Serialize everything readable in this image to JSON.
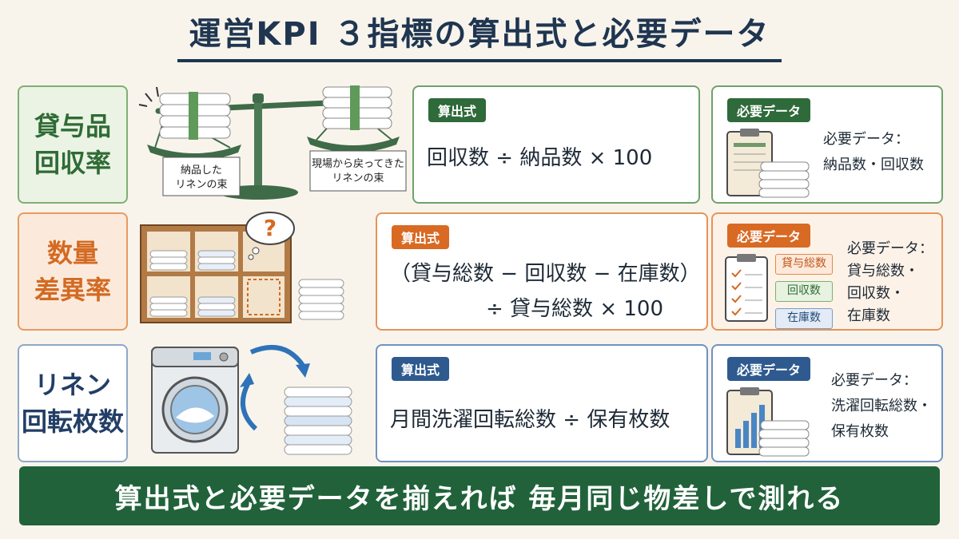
{
  "title": "運営KPI ３指標の算出式と必要データ",
  "rows": [
    {
      "label_lines": [
        "貸与品",
        "回収率"
      ],
      "illustration": {
        "left_caption": [
          "納品した",
          "リネンの束"
        ],
        "right_caption": [
          "現場から戻ってきた",
          "リネンの束"
        ]
      },
      "formula_tag": "算出式",
      "formula_lines": [
        "回収数 ÷ 納品数 × 100"
      ],
      "data_tag": "必要データ",
      "data_lines": [
        "必要データ：",
        "納品数・回収数"
      ]
    },
    {
      "label_lines": [
        "数量",
        "差異率"
      ],
      "illustration": {
        "question_mark": "?"
      },
      "formula_tag": "算出式",
      "formula_lines": [
        "（貸与総数 − 回収数 − 在庫数）",
        "÷ 貸与総数 × 100"
      ],
      "data_tag": "必要データ",
      "data_chips": [
        "貸与総数",
        "回収数",
        "在庫数"
      ],
      "data_lines": [
        "必要データ：",
        "貸与総数・",
        "回収数・",
        "在庫数"
      ]
    },
    {
      "label_lines": [
        "リネン",
        "回転枚数"
      ],
      "illustration": {},
      "formula_tag": "算出式",
      "formula_lines": [
        "月間洗濯回転総数 ÷ 保有枚数"
      ],
      "data_tag": "必要データ",
      "data_lines": [
        "必要データ：",
        "洗濯回転総数・",
        "保有枚数"
      ]
    }
  ],
  "footer": "算出式と必要データを揃えれば 毎月同じ物差しで測れる",
  "colors": {
    "green": "#2f6a3a",
    "orange": "#d86a24",
    "blue": "#2e5a8f",
    "footer_bg": "#21623a"
  }
}
